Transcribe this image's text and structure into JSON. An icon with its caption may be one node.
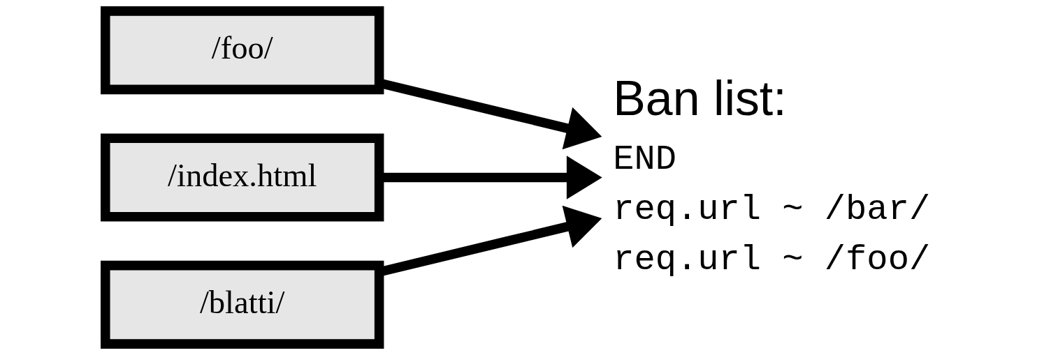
{
  "diagram": {
    "nodes": [
      {
        "text": [
          "/foo/"
        ]
      },
      {
        "text": [
          "/index.html"
        ]
      },
      {
        "text": [
          "/blatti/"
        ]
      },
      {
        "text": [
          "Ban list:",
          "END",
          "req.url ~ /bar/",
          "req.url ~ /foo/"
        ]
      }
    ],
    "edges": [
      {
        "from": 0,
        "to": 3,
        "arrow": "to"
      },
      {
        "from": 1,
        "to": 3,
        "arrow": "to"
      },
      {
        "from": 2,
        "to": 3,
        "arrow": "to"
      }
    ]
  }
}
